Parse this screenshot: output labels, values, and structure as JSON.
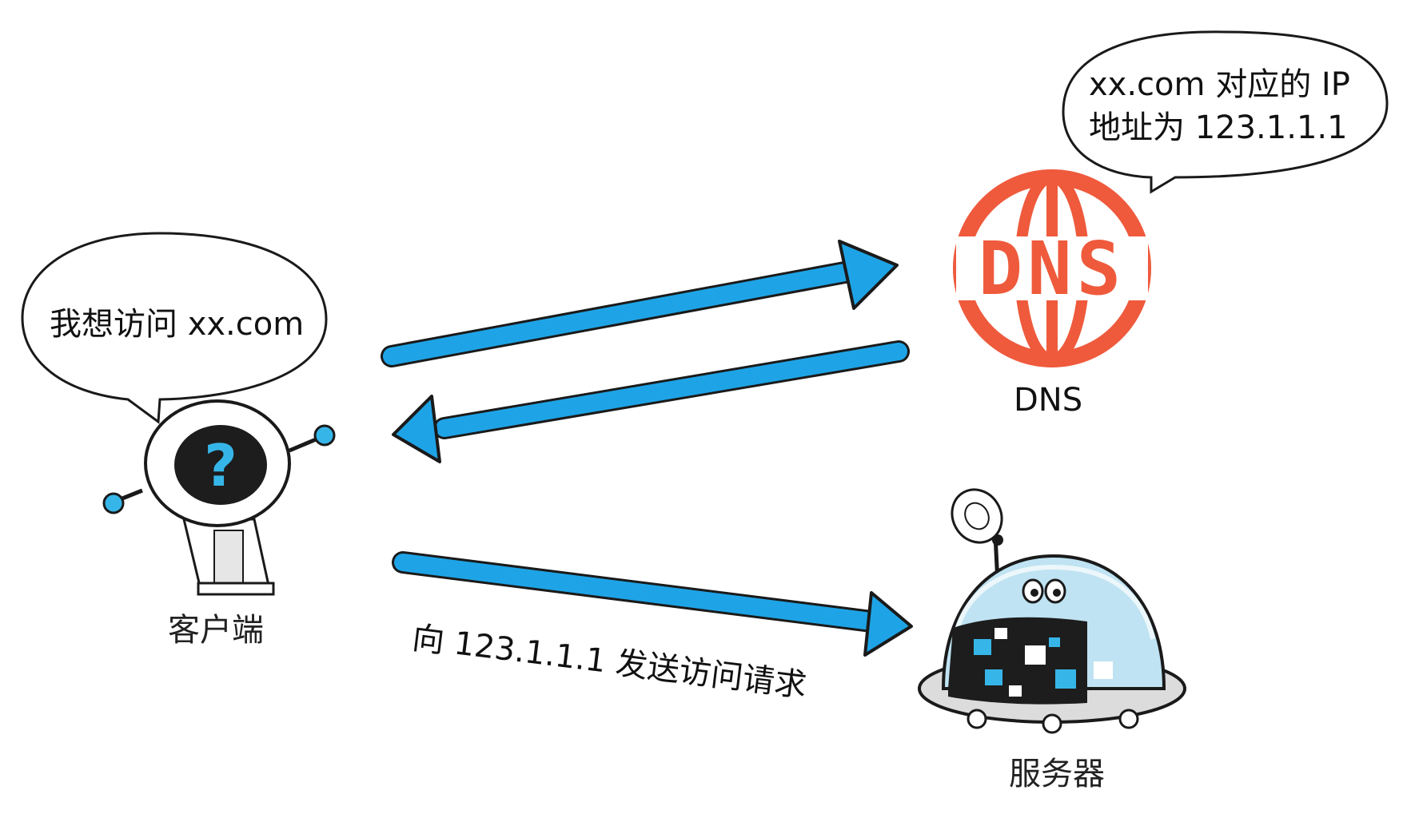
{
  "client": {
    "speech": "我想访问 xx.com",
    "label": "客户端",
    "face_symbol": "?"
  },
  "dns": {
    "logo_text": "DNS",
    "caption": "DNS",
    "speech_line1": "xx.com 对应的 IP",
    "speech_line2": "地址为 123.1.1.1"
  },
  "server": {
    "label": "服务器"
  },
  "arrows": {
    "to_server_caption": "向 123.1.1.1 发送访问请求"
  },
  "colors": {
    "arrow_blue": "#1ea4e6",
    "dns_red": "#ef5a3c",
    "ink": "#1a1a1a",
    "robot_blue": "#36b6e8"
  }
}
